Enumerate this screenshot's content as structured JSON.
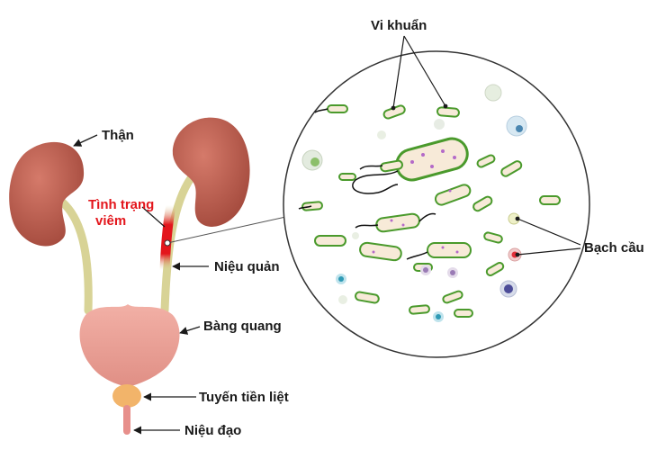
{
  "labels": {
    "kidney": "Thận",
    "inflammation_line1": "Tình trạng",
    "inflammation_line2": "viêm",
    "ureter": "Niệu quản",
    "bladder": "Bàng quang",
    "prostate": "Tuyến tiền liệt",
    "urethra": "Niệu đạo",
    "bacteria": "Vi khuẩn",
    "white_blood_cells": "Bạch cầu"
  },
  "colors": {
    "kidney": "#b9584a",
    "ureter": "#d8d396",
    "bladder": "#e9a196",
    "prostate": "#f2b46a",
    "urethra": "#e78f8b",
    "inflammation": "#e3161c",
    "bacteria_outline": "#4a9a2c",
    "bacteria_fill": "#f7ead8"
  }
}
